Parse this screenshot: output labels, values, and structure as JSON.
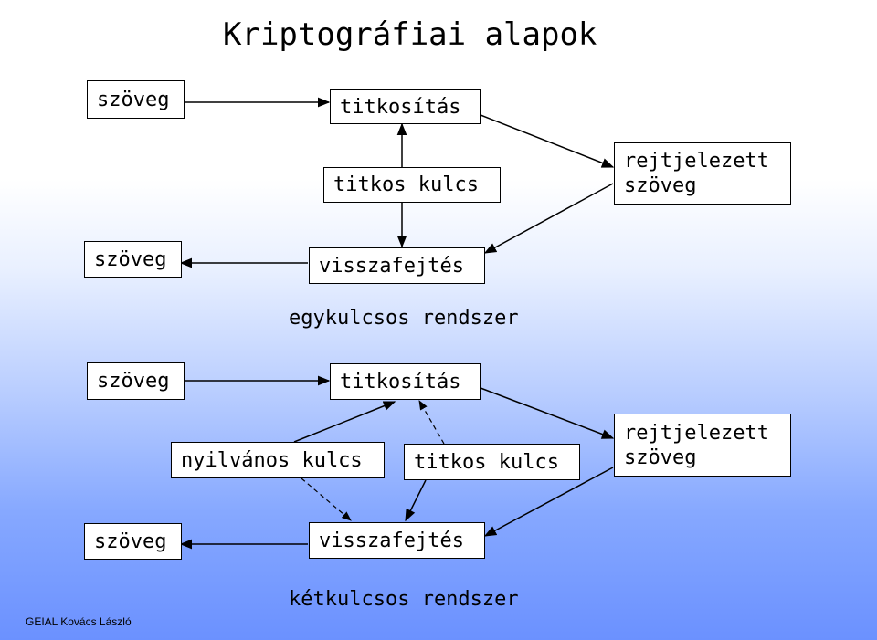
{
  "title": "Kriptográfiai alapok",
  "top": {
    "plaintext_in": "szöveg",
    "encryption": "titkosítás",
    "secret_key": "titkos kulcs",
    "ciphertext_line1": "rejtjelezett",
    "ciphertext_line2": "szöveg",
    "plaintext_out": "szöveg",
    "decryption": "visszafejtés",
    "caption": "egykulcsos rendszer"
  },
  "bottom": {
    "plaintext_in": "szöveg",
    "encryption": "titkosítás",
    "public_key": "nyilvános kulcs",
    "secret_key": "titkos kulcs",
    "ciphertext_line1": "rejtjelezett",
    "ciphertext_line2": "szöveg",
    "plaintext_out": "szöveg",
    "decryption": "visszafejtés",
    "caption": "kétkulcsos rendszer"
  },
  "footer": "GEIAL Kovács László"
}
